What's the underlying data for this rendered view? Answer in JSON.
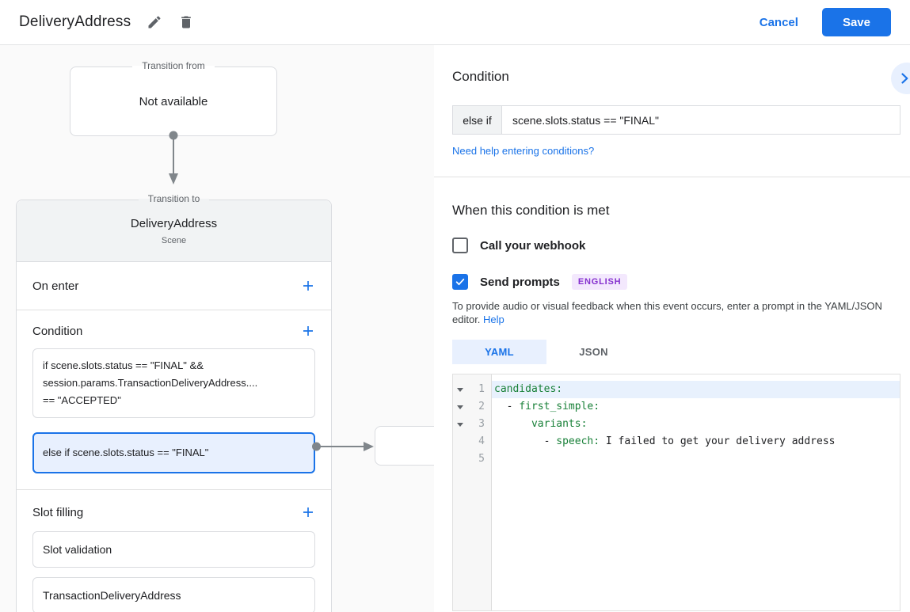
{
  "colors": {
    "accent": "#1a73e8",
    "yaml_key_green": "#188038",
    "badge_purple": "#8430ce",
    "selected_fill": "#e8f0fe"
  },
  "header": {
    "title": "DeliveryAddress",
    "cancel_label": "Cancel",
    "save_label": "Save"
  },
  "canvas": {
    "transition_from": {
      "legend": "Transition from",
      "content": "Not available"
    },
    "scene": {
      "legend": "Transition to",
      "name": "DeliveryAddress",
      "type": "Scene",
      "on_enter": {
        "title": "On enter"
      },
      "condition": {
        "title": "Condition",
        "items": [
          {
            "text": "if scene.slots.status == \"FINAL\" &&\nsession.params.TransactionDeliveryAddress....\n== \"ACCEPTED\""
          },
          {
            "text": "else if scene.slots.status == \"FINAL\"",
            "selected": true
          }
        ]
      },
      "slot_filling": {
        "title": "Slot filling",
        "items": [
          {
            "label": "Slot validation"
          },
          {
            "label": "TransactionDeliveryAddress"
          }
        ]
      }
    }
  },
  "panel": {
    "condition_heading": "Condition",
    "condition": {
      "operator": "else if",
      "expression": "scene.slots.status == \"FINAL\""
    },
    "conditions_help_link": "Need help entering conditions?",
    "met_heading": "When this condition is met",
    "webhook": {
      "label": "Call your webhook",
      "checked": false
    },
    "prompts": {
      "label": "Send prompts",
      "checked": true,
      "language_badge": "ENGLISH"
    },
    "prompt_note": {
      "text": "To provide audio or visual feedback when this event occurs, enter a prompt in the YAML/JSON editor.",
      "help_link": "Help"
    },
    "tabs": [
      {
        "label": "YAML",
        "active": true
      },
      {
        "label": "JSON",
        "active": false
      }
    ],
    "editor": {
      "lines": [
        {
          "num": "1",
          "prefix": "",
          "key": "candidates:",
          "value": ""
        },
        {
          "num": "2",
          "prefix": "  - ",
          "key": "first_simple:",
          "value": ""
        },
        {
          "num": "3",
          "prefix": "      ",
          "key": "variants:",
          "value": ""
        },
        {
          "num": "4",
          "prefix": "        - ",
          "key": "speech:",
          "value": " I failed to get your delivery address"
        },
        {
          "num": "5",
          "prefix": "",
          "key": "",
          "value": ""
        }
      ]
    }
  }
}
